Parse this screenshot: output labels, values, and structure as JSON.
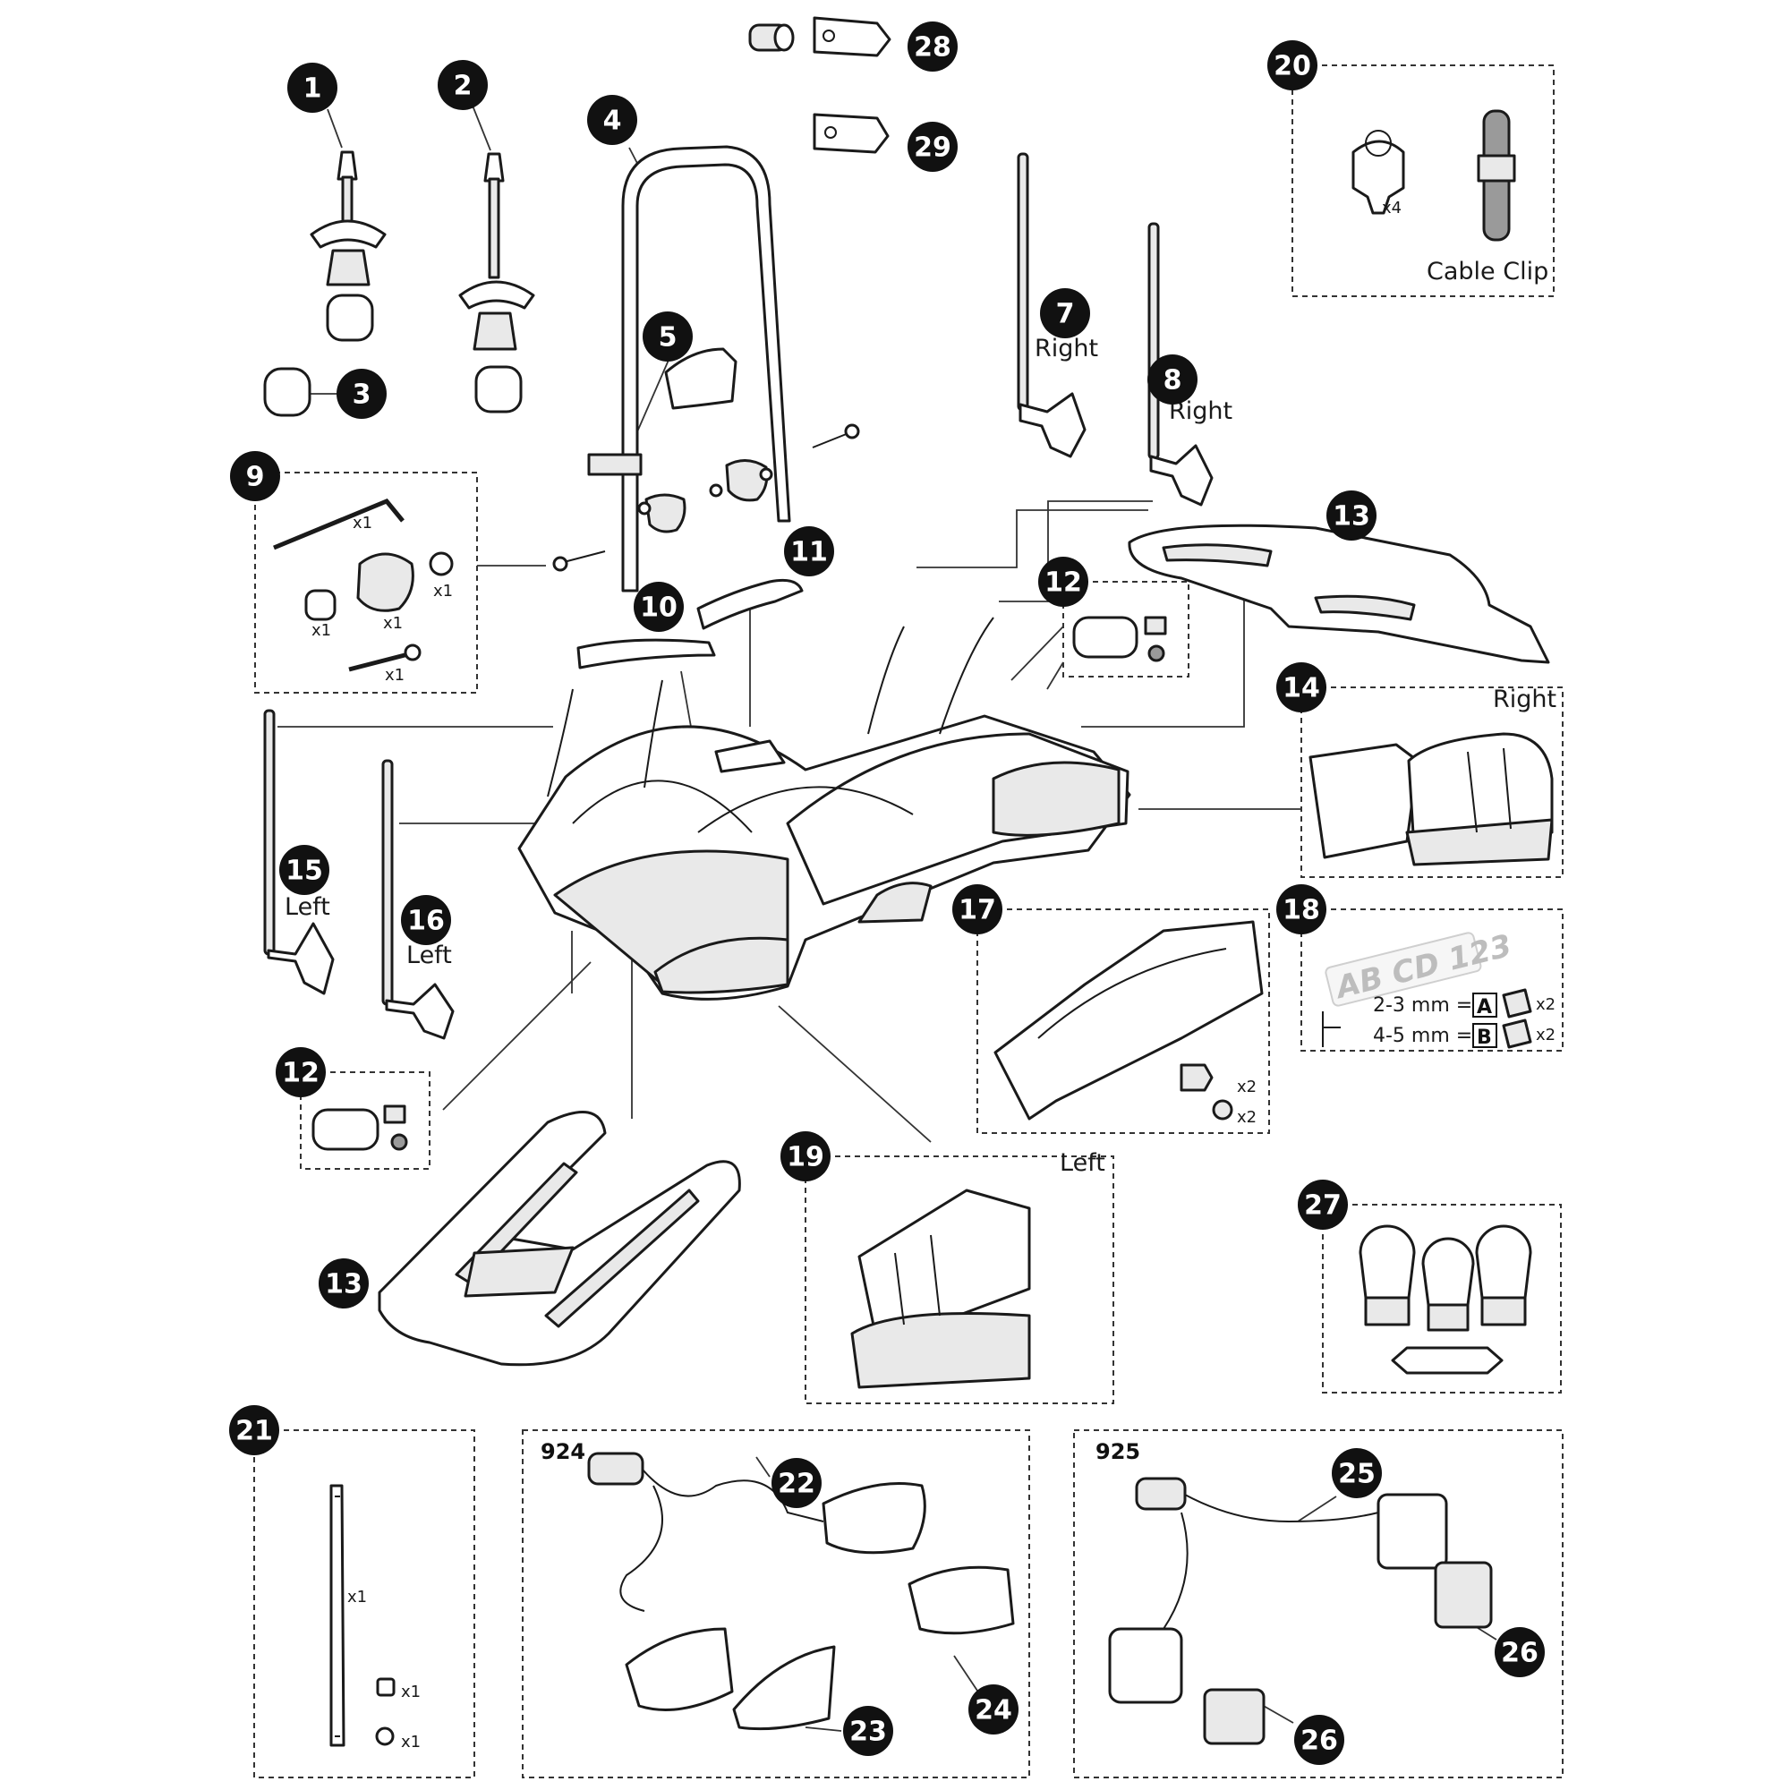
{
  "diagram": {
    "parts": [
      {
        "id": "b1",
        "num": "1"
      },
      {
        "id": "b2",
        "num": "2"
      },
      {
        "id": "b3",
        "num": "3"
      },
      {
        "id": "b4",
        "num": "4"
      },
      {
        "id": "b5",
        "num": "5"
      },
      {
        "id": "b7",
        "num": "7"
      },
      {
        "id": "b8",
        "num": "8"
      },
      {
        "id": "b9",
        "num": "9"
      },
      {
        "id": "b10",
        "num": "10"
      },
      {
        "id": "b11",
        "num": "11"
      },
      {
        "id": "b12a",
        "num": "12"
      },
      {
        "id": "b12b",
        "num": "12"
      },
      {
        "id": "b13a",
        "num": "13"
      },
      {
        "id": "b13b",
        "num": "13"
      },
      {
        "id": "b14",
        "num": "14"
      },
      {
        "id": "b15",
        "num": "15"
      },
      {
        "id": "b16",
        "num": "16"
      },
      {
        "id": "b17",
        "num": "17"
      },
      {
        "id": "b18",
        "num": "18"
      },
      {
        "id": "b19",
        "num": "19"
      },
      {
        "id": "b20",
        "num": "20"
      },
      {
        "id": "b21",
        "num": "21"
      },
      {
        "id": "b22",
        "num": "22"
      },
      {
        "id": "b23",
        "num": "23"
      },
      {
        "id": "b24",
        "num": "24"
      },
      {
        "id": "b25",
        "num": "25"
      },
      {
        "id": "b26a",
        "num": "26"
      },
      {
        "id": "b26b",
        "num": "26"
      },
      {
        "id": "b27",
        "num": "27"
      },
      {
        "id": "b28",
        "num": "28"
      },
      {
        "id": "b29",
        "num": "29"
      }
    ],
    "labels": {
      "right_7": "Right",
      "right_8": "Right",
      "right_14": "Right",
      "left_15": "Left",
      "left_16": "Left",
      "left_19": "Left",
      "cable_clip": "Cable Clip",
      "code_924": "924",
      "code_925": "925"
    },
    "quantities": {
      "x4": "x4",
      "x1": "x1",
      "x2": "x2"
    },
    "plate_18": {
      "plate_text": "AB CD  123",
      "row_a": "2-3 mm =",
      "row_b": "4-5 mm =",
      "letter_a": "A",
      "letter_b": "B"
    }
  }
}
